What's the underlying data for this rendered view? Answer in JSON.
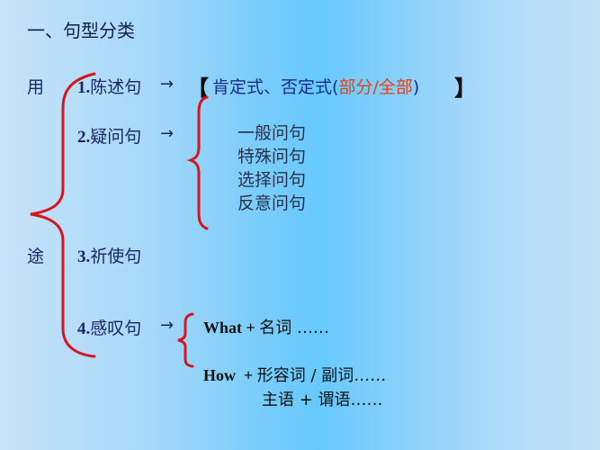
{
  "title": "一、句型分类",
  "side_label": {
    "top": "用",
    "bottom": "途"
  },
  "items": [
    {
      "num": "1.",
      "label": "陈述句",
      "arrow": "→"
    },
    {
      "num": "2.",
      "label": "疑问句",
      "arrow": "→"
    },
    {
      "num": "3.",
      "label": "祈使句"
    },
    {
      "num": "4.",
      "label": "感叹句",
      "arrow": "→"
    }
  ],
  "declarative": {
    "open_bracket": "【",
    "forms": "肯定式、否定式",
    "paren_open": "(",
    "partial_full": "部分/全部",
    "paren_close": ")",
    "close_bracket": "】"
  },
  "question_types": [
    "一般问句",
    "特殊问句",
    "选择问句",
    "反意问句"
  ],
  "exclamatory": {
    "what": {
      "word": "What",
      "plus": "+",
      "rest": "名词 ……"
    },
    "how": {
      "word": "How",
      "plus": "+",
      "rest": "形容词 / 副词……"
    },
    "clause": "主语 + 谓语……"
  },
  "colors": {
    "brace": "#d8141c",
    "text": "#1b2467",
    "highlight": "#e2421b",
    "gradient_center": "#66c9fe",
    "gradient_edge": "#c7e3f9"
  }
}
